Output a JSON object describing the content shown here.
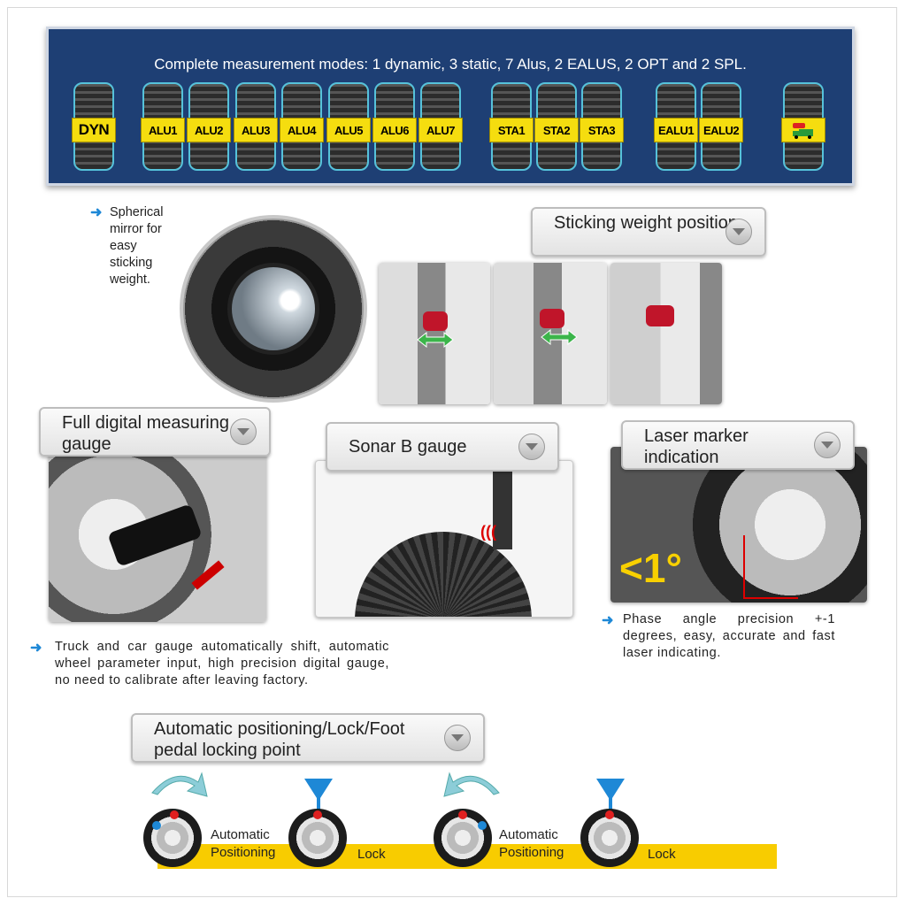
{
  "banner": {
    "title": "Complete measurement modes: 1 dynamic, 3 static, 7 Alus, 2 EALUS, 2 OPT and 2 SPL.",
    "modes": [
      "DYN",
      "ALU1",
      "ALU2",
      "ALU3",
      "ALU4",
      "ALU5",
      "ALU6",
      "ALU7",
      "STA1",
      "STA2",
      "STA3",
      "EALU1",
      "EALU2"
    ]
  },
  "mirror": {
    "text": "Spherical mirror for easy sticking weight."
  },
  "sticking": {
    "title": "Sticking weight position"
  },
  "gauge": {
    "title": "Full digital measuring gauge",
    "note": "Truck and car gauge automatically shift, automatic wheel parameter input, high precision digital gauge, no need to calibrate after leaving factory."
  },
  "sonar": {
    "title": "Sonar B gauge"
  },
  "laser": {
    "title": "Laser marker indication",
    "overlay": "<1°",
    "note": "Phase angle precision +-1 degrees, easy, accurate and fast laser indicating."
  },
  "positioning": {
    "title": "Automatic positioning/Lock/Foot pedal locking point",
    "auto_label": "Automatic",
    "pos_label": "Positioning",
    "lock_label": "Lock"
  },
  "colors": {
    "banner": "#1e3f74",
    "label_yellow": "#f5dd0f",
    "bar_yellow": "#f8cc00",
    "accent_blue": "#1e88d6"
  }
}
